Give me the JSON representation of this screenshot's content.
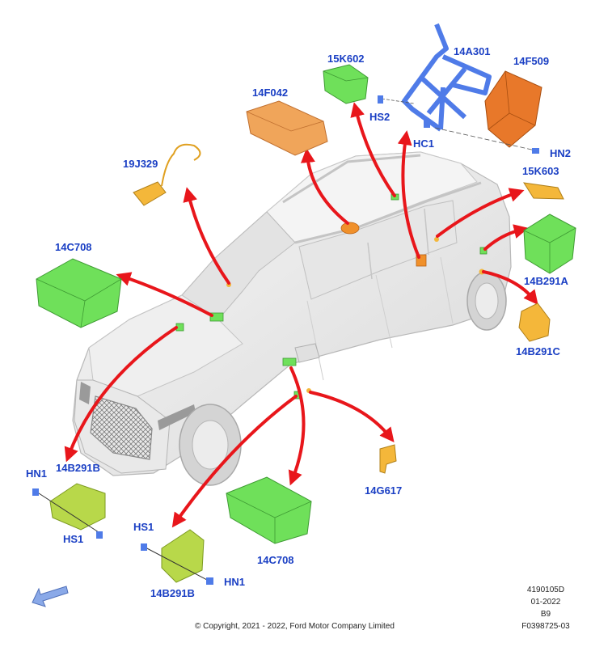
{
  "colors": {
    "label": "#1a3fc4",
    "arrow": "#e8161b",
    "module_green": "#6fe05a",
    "module_orange": "#f0902a",
    "module_yellow": "#f4b73a",
    "bracket_blue": "#4f7be8",
    "vehicle": "#ececec"
  },
  "icons": {
    "direction_arrow": "front-direction-arrow-icon"
  },
  "labels": {
    "m15K602": "15K602",
    "m14A301": "14A301",
    "m14F509": "14F509",
    "m14F042": "14F042",
    "mHS2": "HS2",
    "mHC1": "HC1",
    "mHN2": "HN2",
    "m19J329": "19J329",
    "m15K603": "15K603",
    "m14C708_top": "14C708",
    "m14B291A": "14B291A",
    "m14B291C": "14B291C",
    "mHN1_left": "HN1",
    "m14B291B_left": "14B291B",
    "mHS1_left": "HS1",
    "mHS1_bottom": "HS1",
    "m14B291B_bottom": "14B291B",
    "mHN1_bottom": "HN1",
    "m14C708_bottom": "14C708",
    "m14G617": "14G617"
  },
  "footer": {
    "copyright": "© Copyright, 2021 - 2022, Ford Motor Company Limited",
    "ref_number": "4190105D",
    "date": "01-2022",
    "code": "B9",
    "figure_id": "F0398725-03"
  }
}
